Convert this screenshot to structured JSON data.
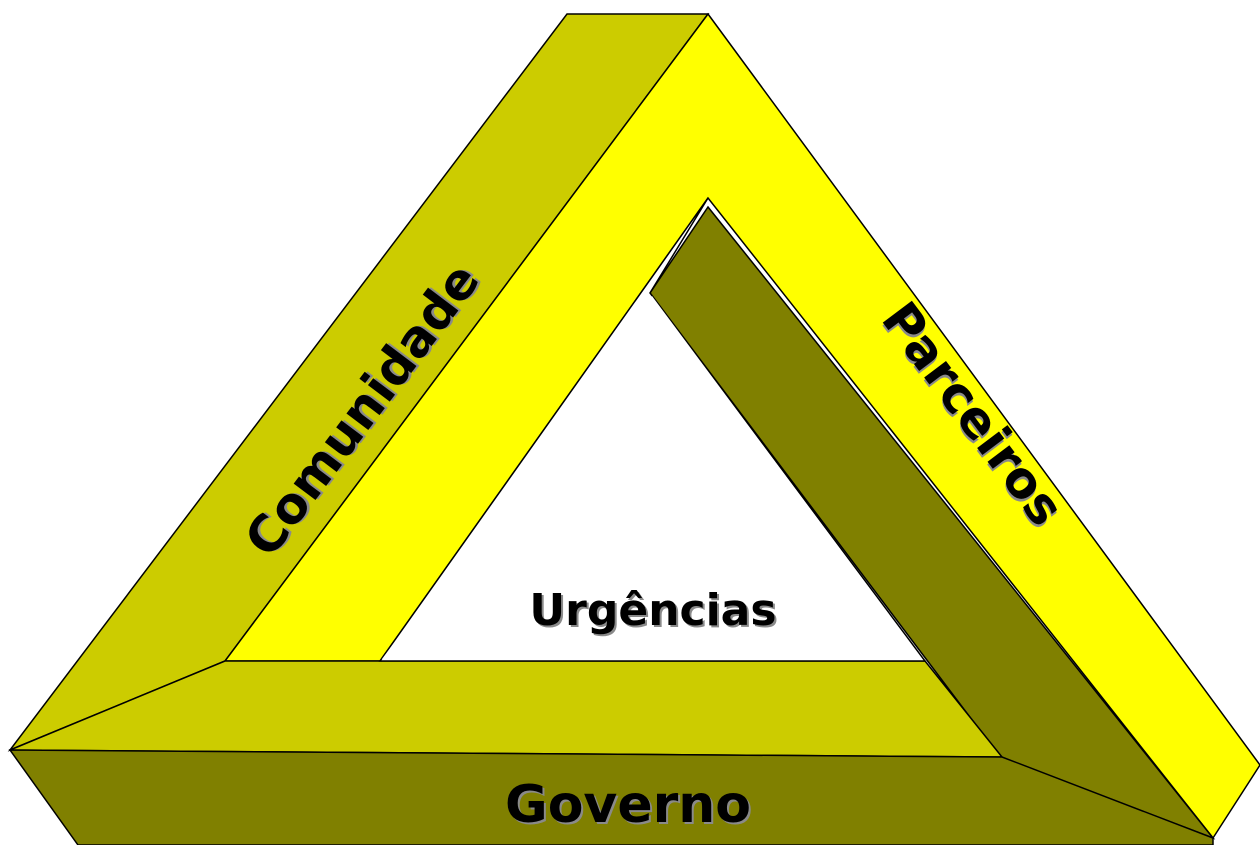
{
  "diagram": {
    "labels": {
      "left_side": "Comunidade",
      "right_side": "Parceiros",
      "bottom_side": "Governo",
      "center": "Urgências"
    },
    "colors": {
      "bright_yellow": "#FFFF00",
      "olive_yellow": "#CCCC00",
      "dark_olive": "#808000",
      "outline": "#000000",
      "center_fill": "#FFFFFF"
    }
  }
}
